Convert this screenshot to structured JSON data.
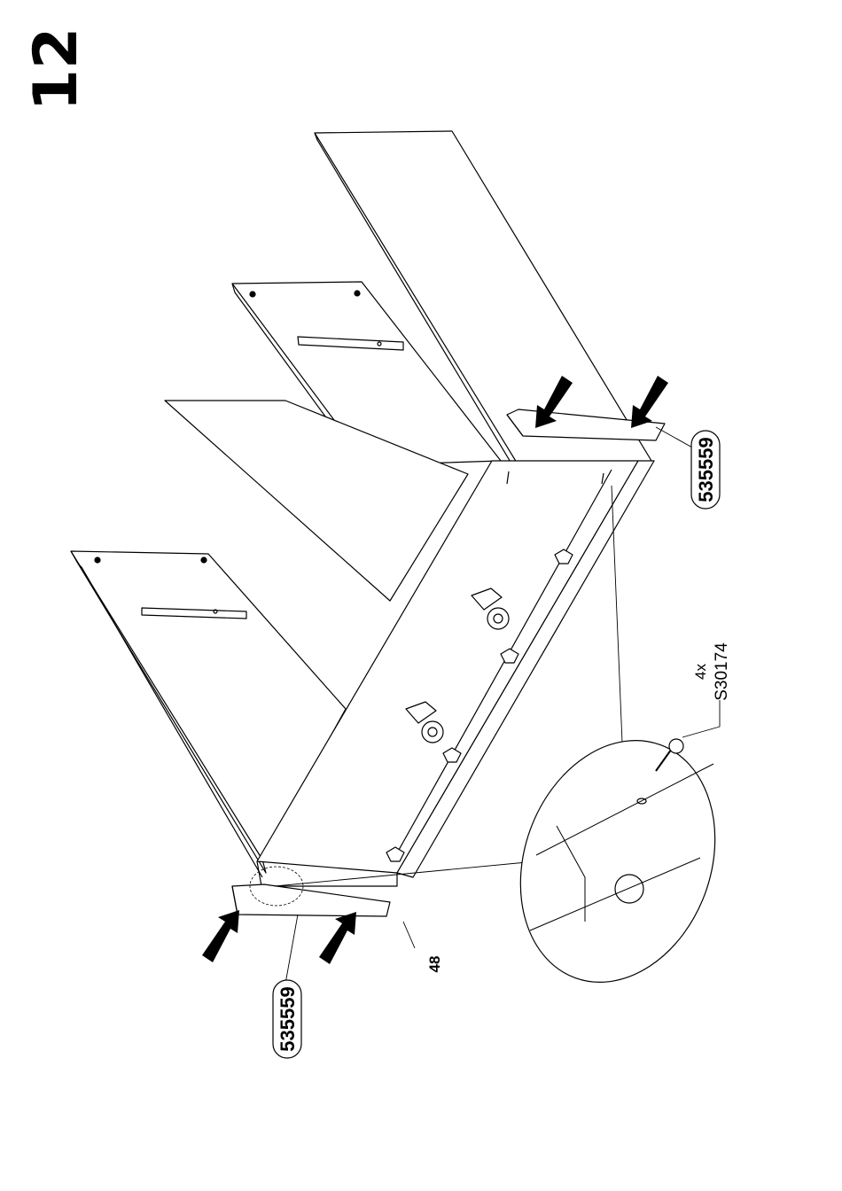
{
  "step_number": "12",
  "part_number_top": "535559",
  "part_number_bottom": "535559",
  "screw_quantity": "4x",
  "screw_code": "S30174",
  "dimension_label": "48"
}
